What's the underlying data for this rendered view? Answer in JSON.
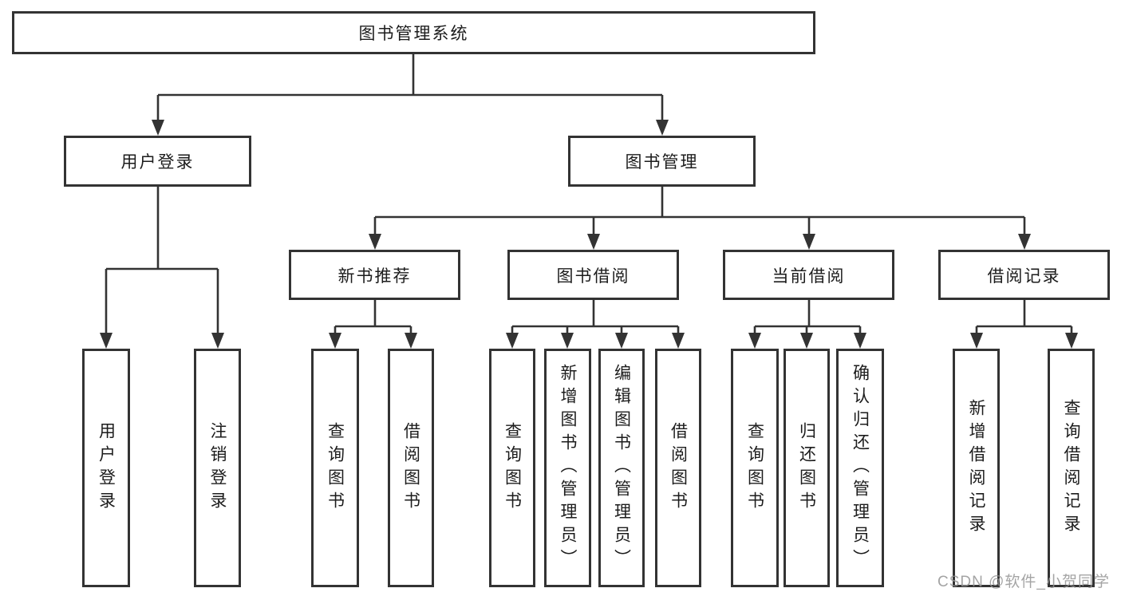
{
  "tree": {
    "label": "图书管理系统",
    "children": [
      {
        "label": "用户登录",
        "children": [
          {
            "label": "用户登录"
          },
          {
            "label": "注销登录"
          }
        ]
      },
      {
        "label": "图书管理",
        "children": [
          {
            "label": "新书推荐",
            "children": [
              {
                "label": "查询图书"
              },
              {
                "label": "借阅图书"
              }
            ]
          },
          {
            "label": "图书借阅",
            "children": [
              {
                "label": "查询图书"
              },
              {
                "label": "新增图书（管理员）"
              },
              {
                "label": "编辑图书（管理员）"
              },
              {
                "label": "借阅图书"
              }
            ]
          },
          {
            "label": "当前借阅",
            "children": [
              {
                "label": "查询图书"
              },
              {
                "label": "归还图书"
              },
              {
                "label": "确认归还（管理员）"
              }
            ]
          },
          {
            "label": "借阅记录",
            "children": [
              {
                "label": "新增借阅记录"
              },
              {
                "label": "查询借阅记录"
              }
            ]
          }
        ]
      }
    ]
  },
  "colors": {
    "line": "#333333",
    "text": "#1c1c1c",
    "watermark": "#949494",
    "background": "#ffffff"
  },
  "watermark": "CSDN @软件_小贺同学"
}
